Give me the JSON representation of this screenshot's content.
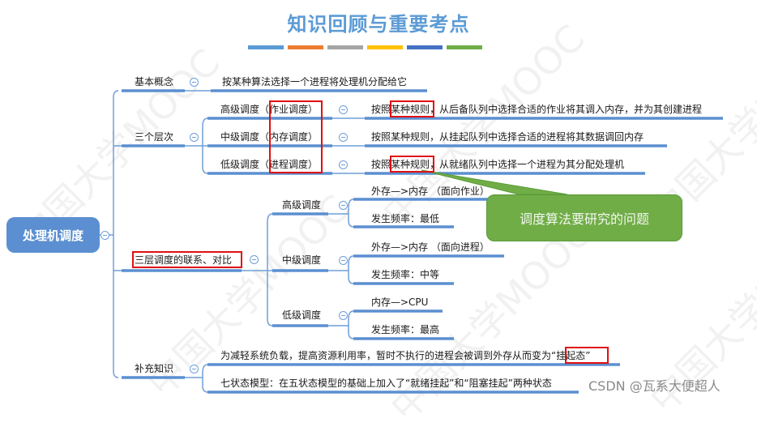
{
  "title": "知识回顾与重要考点",
  "title_bar_colors": [
    "#5b9bd5",
    "#ed7d31",
    "#a5a5a5",
    "#ffc000",
    "#4472c4",
    "#70ad47"
  ],
  "root": {
    "label": "处理机调度"
  },
  "branches": {
    "basic": {
      "label": "基本概念",
      "detail": "按某种算法选择一个进程将处理机分配给它"
    },
    "levels": {
      "label": "三个层次",
      "items": [
        {
          "label": "高级调度",
          "alias": "（作业调度）",
          "prefix": "按照",
          "highlight": "某种规则",
          "rest": "，从后备队列中选择合适的作业将其调入内存，并为其创建进程"
        },
        {
          "label": "中级调度",
          "alias": "（内存调度）",
          "prefix": "按照",
          "highlight": "某种规则",
          "rest": "，从挂起队列中选择合适的进程将其数据调回内存"
        },
        {
          "label": "低级调度",
          "alias": "（进程调度）",
          "prefix": "按照",
          "highlight": "某种规则",
          "rest": "，从就绪队列中选择一个进程为其分配处理机"
        }
      ]
    },
    "compare": {
      "label": "三层调度的联系、对比",
      "items": [
        {
          "label": "高级调度",
          "direction": "外存—>内存 （面向作业）",
          "frequency": "发生频率：最低"
        },
        {
          "label": "中级调度",
          "direction": "外存—>内存 （面向进程）",
          "frequency": "发生频率：中等"
        },
        {
          "label": "低级调度",
          "direction": "内存—>CPU",
          "frequency": "发生频率：最高"
        }
      ]
    },
    "extra": {
      "label": "补充知识",
      "items": [
        {
          "text": "为减轻系统负载，提高资源利用率，暂时不执行的进程会被调到外存从而变为",
          "highlight": "“挂起态”"
        },
        {
          "text": "七状态模型：在五状态模型的基础上加入了“就绪挂起”和“阻塞挂起”两种状态"
        }
      ]
    }
  },
  "callout": {
    "text": "调度算法要研究的问题",
    "color": "#70ad47"
  },
  "colors": {
    "line": "#5b8fd1",
    "highlight_box": "#e01010"
  },
  "watermark": "中国大学MOOC",
  "credit": "CSDN @瓦系大便超人"
}
